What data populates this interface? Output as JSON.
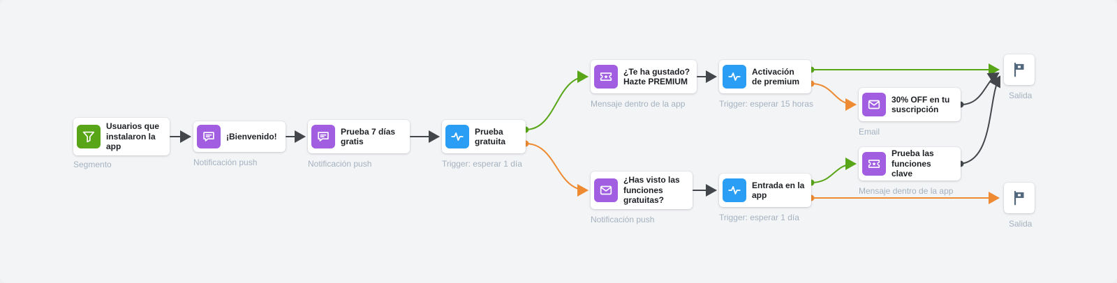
{
  "canvas": {
    "type": "customer-journey-flow"
  },
  "colors": {
    "green": "#58a618",
    "purple": "#a15ee0",
    "blue": "#2a9df4",
    "orange": "#ee8a31",
    "dark": "#43474b",
    "slate": "#54687d",
    "card": "#ffffff",
    "label": "#1d2024",
    "sublabel": "#a4b2c0",
    "background": "#f3f4f6"
  },
  "nodes": [
    {
      "id": "segment",
      "label": "Usuarios que instalaron la app",
      "sublabel": "Segmento",
      "icon": "filter-icon",
      "color": "green"
    },
    {
      "id": "welcome-push",
      "label": "¡Bienvenido!",
      "sublabel": "Notificación push",
      "icon": "push-notification-icon",
      "color": "purple"
    },
    {
      "id": "trial-7-days-push",
      "label": "Prueba 7 días gratis",
      "sublabel": "Notificación push",
      "icon": "push-notification-icon",
      "color": "purple"
    },
    {
      "id": "free-trial-trigger",
      "label": "Prueba gratuita",
      "sublabel": "Trigger: esperar 1 día",
      "icon": "trigger-pulse-icon",
      "color": "blue"
    },
    {
      "id": "premium-question-inapp",
      "label": "¿Te ha gustado? Hazte PREMIUM",
      "sublabel": "Mensaje dentro de la app",
      "icon": "inapp-ticket-icon",
      "color": "purple"
    },
    {
      "id": "premium-activation-trigger",
      "label": "Activación de premium",
      "sublabel": "Trigger: esperar 15 horas",
      "icon": "trigger-pulse-icon",
      "color": "blue"
    },
    {
      "id": "discount-email",
      "label": "30% OFF en tu suscripción",
      "sublabel": "Email",
      "icon": "envelope-icon",
      "color": "purple"
    },
    {
      "id": "free-functions-push",
      "label": "¿Has visto las funciones gratuitas?",
      "sublabel": "Notificación push",
      "icon": "envelope-icon",
      "color": "purple"
    },
    {
      "id": "app-entry-trigger",
      "label": "Entrada en la app",
      "sublabel": "Trigger: esperar 1 día",
      "icon": "trigger-pulse-icon",
      "color": "blue"
    },
    {
      "id": "key-features-inapp",
      "label": "Prueba las funciones clave",
      "sublabel": "Mensaje dentro de la app",
      "icon": "inapp-ticket-icon",
      "color": "purple"
    },
    {
      "id": "exit-top",
      "label": "",
      "sublabel": "Salida",
      "icon": "flag-icon",
      "color": "slate"
    },
    {
      "id": "exit-bottom",
      "label": "",
      "sublabel": "Salida",
      "icon": "flag-icon",
      "color": "slate"
    }
  ],
  "edges": [
    {
      "from": "segment",
      "to": "welcome-push",
      "color": "dark"
    },
    {
      "from": "welcome-push",
      "to": "trial-7-days-push",
      "color": "dark"
    },
    {
      "from": "trial-7-days-push",
      "to": "free-trial-trigger",
      "color": "dark"
    },
    {
      "from": "free-trial-trigger",
      "to": "premium-question-inapp",
      "color": "green"
    },
    {
      "from": "free-trial-trigger",
      "to": "free-functions-push",
      "color": "orange"
    },
    {
      "from": "premium-question-inapp",
      "to": "premium-activation-trigger",
      "color": "dark"
    },
    {
      "from": "premium-activation-trigger",
      "to": "exit-top",
      "color": "green"
    },
    {
      "from": "premium-activation-trigger",
      "to": "discount-email",
      "color": "orange"
    },
    {
      "from": "discount-email",
      "to": "exit-top",
      "color": "dark"
    },
    {
      "from": "free-functions-push",
      "to": "app-entry-trigger",
      "color": "dark"
    },
    {
      "from": "app-entry-trigger",
      "to": "key-features-inapp",
      "color": "green"
    },
    {
      "from": "app-entry-trigger",
      "to": "exit-bottom",
      "color": "orange"
    },
    {
      "from": "key-features-inapp",
      "to": "exit-top",
      "color": "dark"
    }
  ]
}
